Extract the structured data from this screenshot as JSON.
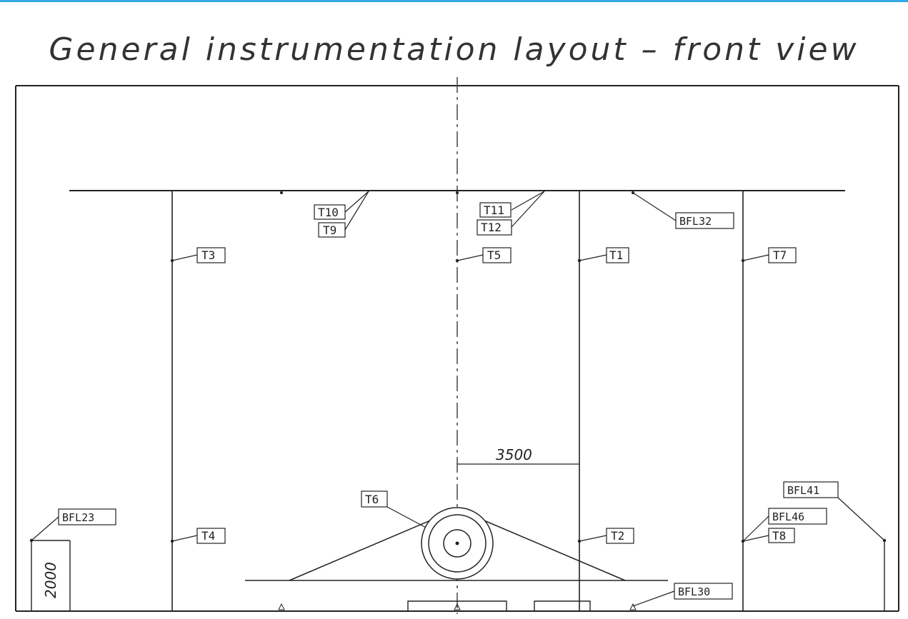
{
  "title": "General instrumentation layout – front view",
  "tags": {
    "t10": "T10",
    "t9": "T9",
    "t11": "T11",
    "t12": "T12",
    "bfl32": "BFL32",
    "t3": "T3",
    "t5": "T5",
    "t1": "T1",
    "t7": "T7",
    "t6": "T6",
    "t4": "T4",
    "t2": "T2",
    "bfl41": "BFL41",
    "bfl46": "BFL46",
    "t8": "T8",
    "bfl23": "BFL23",
    "bfl30": "BFL30"
  },
  "dimensions": {
    "width_3500": "3500",
    "height_2000": "2000"
  },
  "colors": {
    "accent": "#33a9e6",
    "line": "#222222"
  }
}
